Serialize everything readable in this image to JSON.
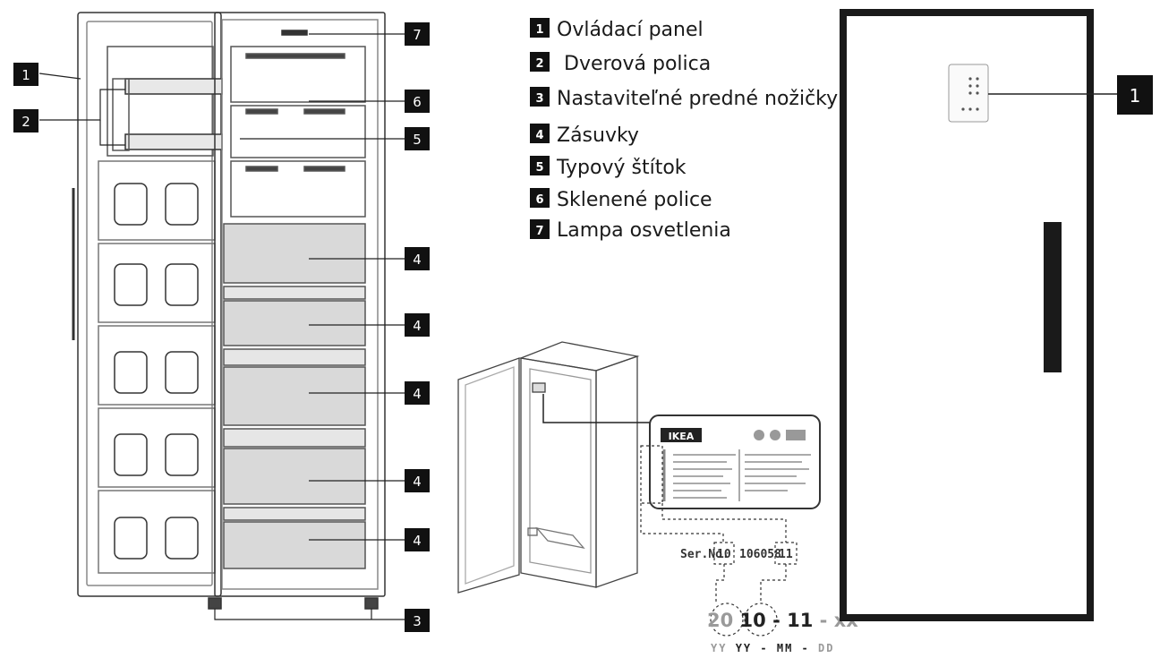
{
  "legend": [
    {
      "num": "1",
      "label": "Ovládací panel"
    },
    {
      "num": "2",
      "label": "Dverová polica"
    },
    {
      "num": "3",
      "label": "Nastaviteľné predné nožičky"
    },
    {
      "num": "4",
      "label": "Zásuvky"
    },
    {
      "num": "5",
      "label": "Typový štítok"
    },
    {
      "num": "6",
      "label": "Sklenené police"
    },
    {
      "num": "7",
      "label": "Lampa osvetlenia"
    }
  ],
  "callouts": {
    "c1": "1",
    "c2": "2",
    "c3": "3",
    "c4a": "4",
    "c4b": "4",
    "c4c": "4",
    "c4d": "4",
    "c4e": "4",
    "c5": "5",
    "c6": "6",
    "c7": "7",
    "front_panel": "1"
  },
  "rating_plate": {
    "brand_logo": "IKEA",
    "serial_prefix": "Ser.No.",
    "serial_year": "10",
    "serial_middle": "106058",
    "serial_week": "11"
  },
  "date_code": {
    "prefix": "20",
    "year": "10",
    "sep1": "-",
    "month": "11",
    "sep2": "-",
    "day": "xx",
    "format_light1": "YY",
    "format_bold1": "YY",
    "format_sep1": "-",
    "format_bold2": "MM",
    "format_sep2": "-",
    "format_light2": "DD"
  },
  "colors": {
    "callout_bg": "#111111",
    "callout_fg": "#ffffff",
    "line": "#222222",
    "drawer_fill": "#d9d9d9",
    "faded_text": "#9a9a9a"
  }
}
